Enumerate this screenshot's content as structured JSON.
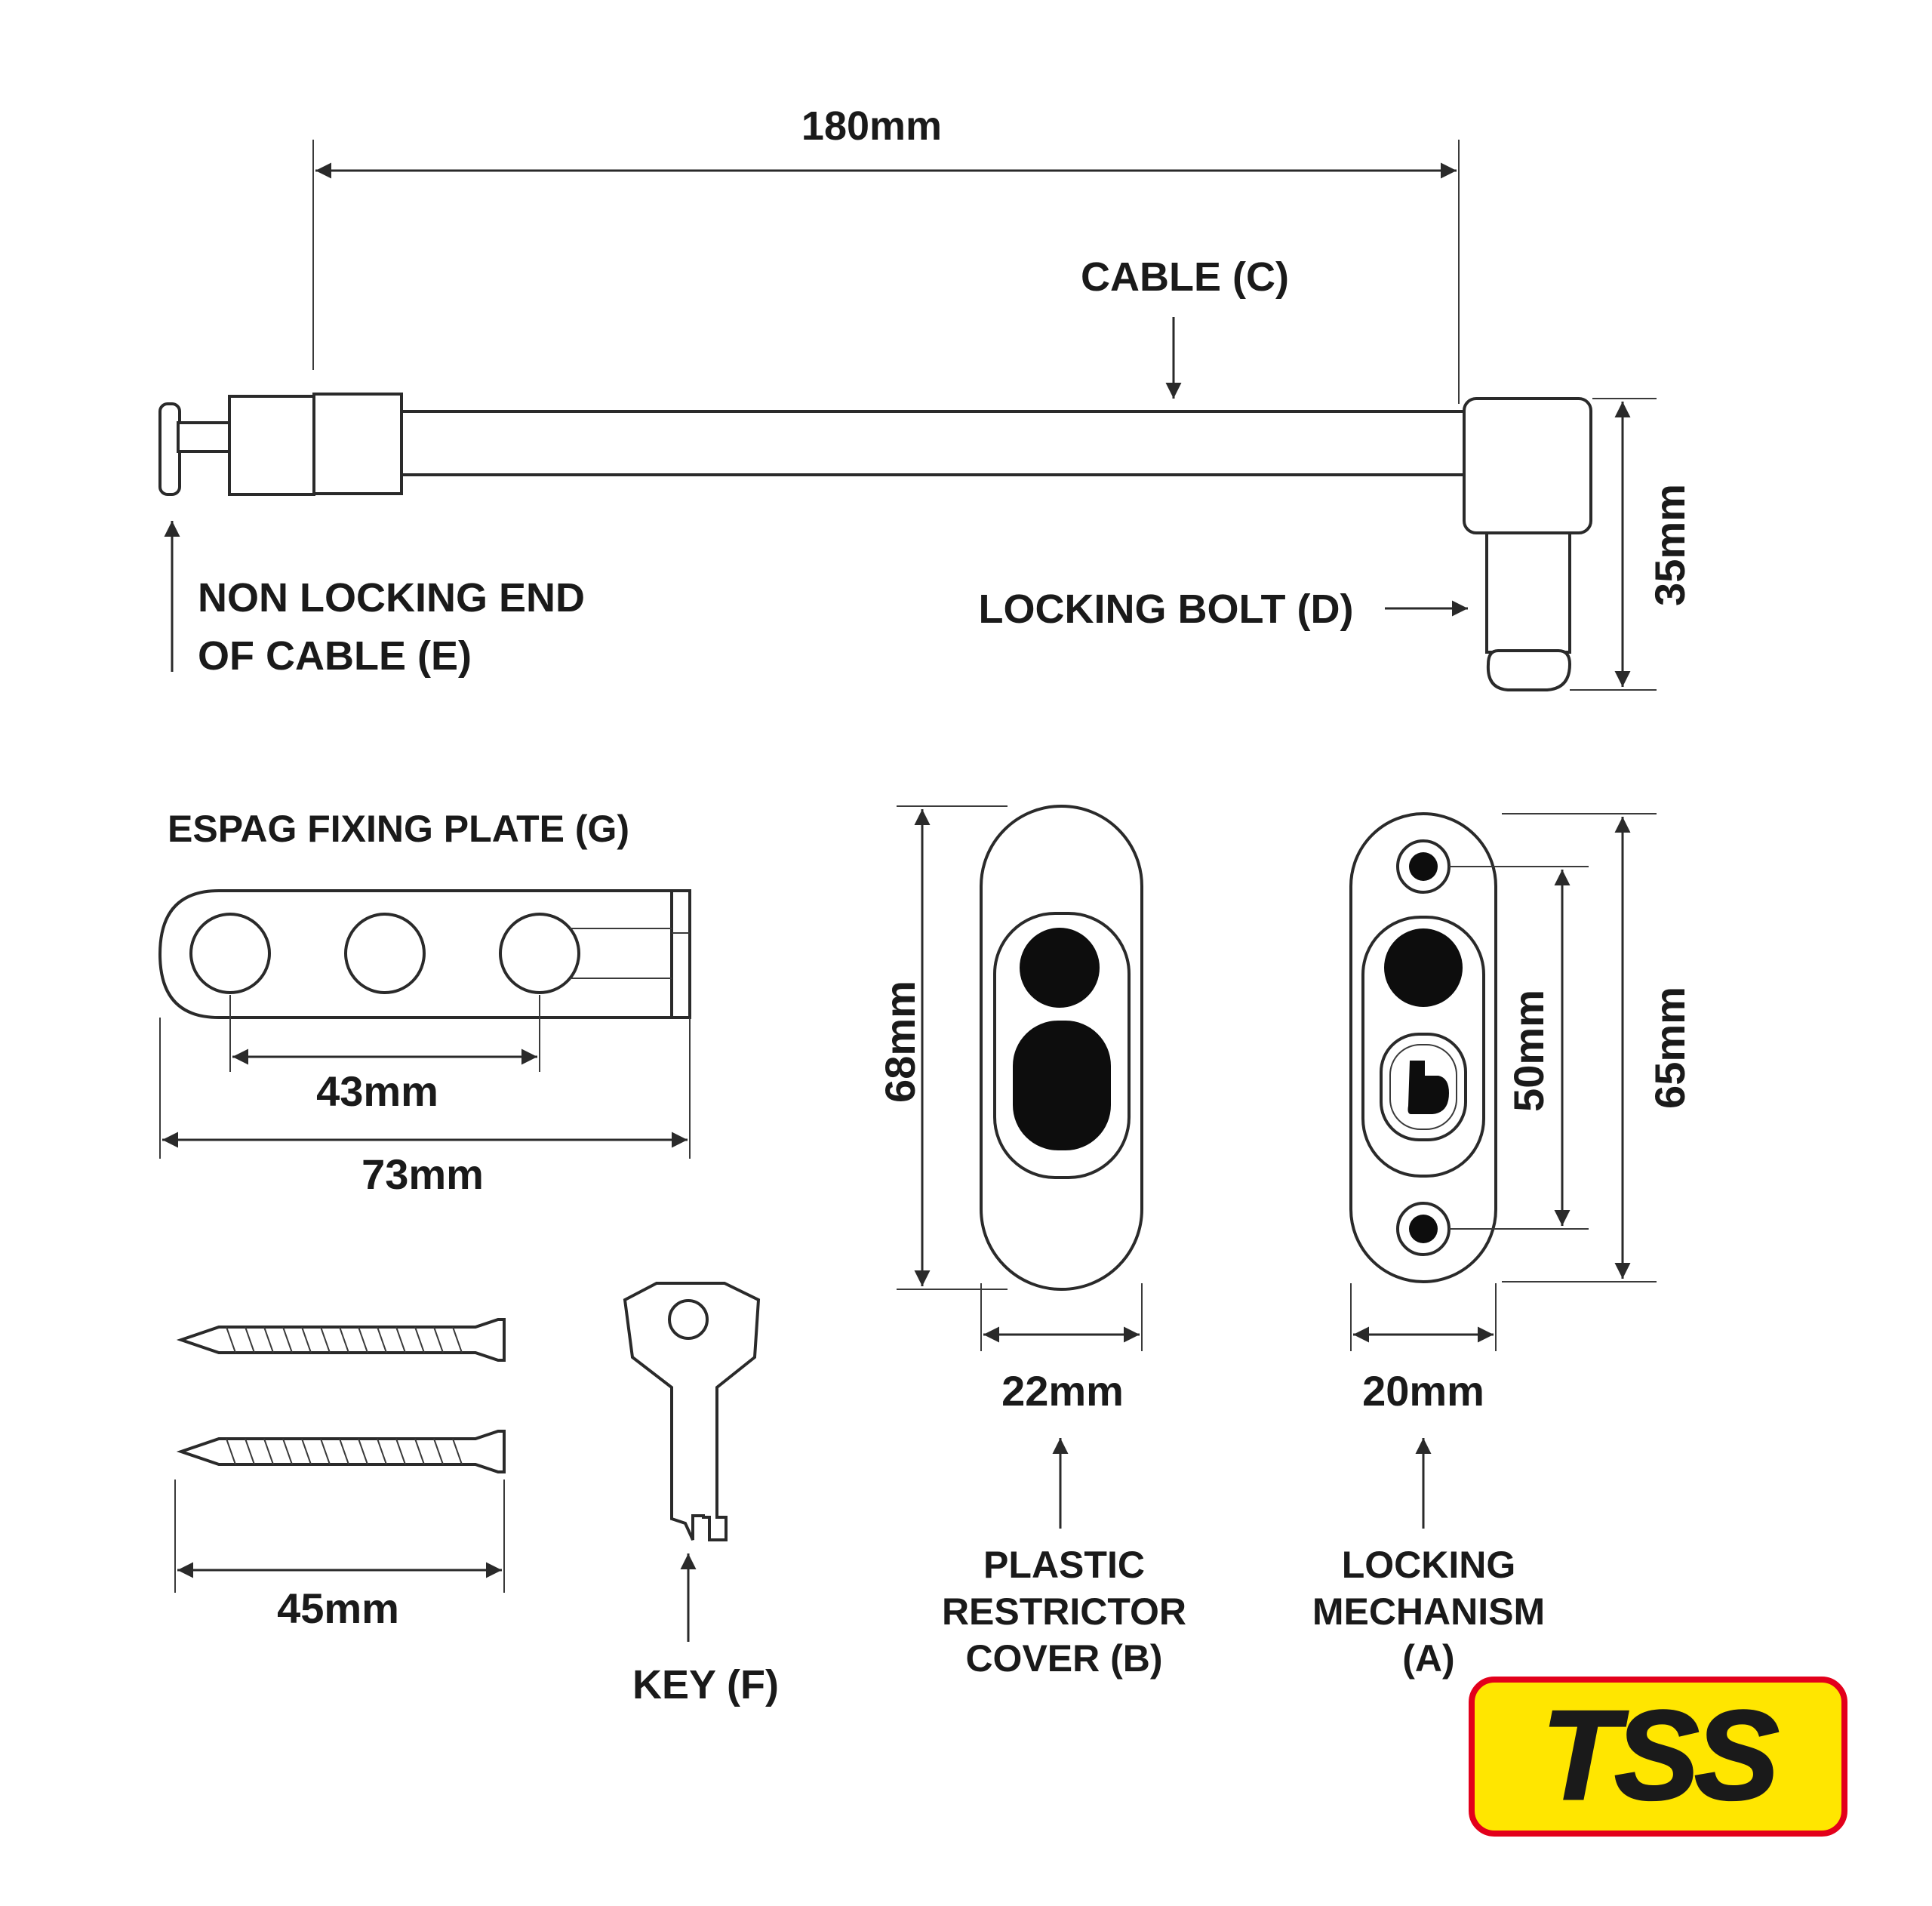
{
  "labels": {
    "cable_length": "180mm",
    "cable": "CABLE (C)",
    "non_locking_line1": "NON LOCKING END",
    "non_locking_line2": "OF CABLE (E)",
    "locking_bolt": "LOCKING BOLT (D)",
    "bolt_height": "35mm",
    "espag_plate": "ESPAG FIXING PLATE (G)",
    "hole_spacing": "43mm",
    "plate_length": "73mm",
    "screw_length": "45mm",
    "key": "KEY (F)",
    "cover_height": "68mm",
    "cover_width": "22mm",
    "cover_line1": "PLASTIC",
    "cover_line2": "RESTRICTOR",
    "cover_line3": "COVER (B)",
    "mech_inner_height": "50mm",
    "mech_height": "65mm",
    "mech_width": "20mm",
    "mech_line1": "LOCKING",
    "mech_line2": "MECHANISM",
    "mech_line3": "(A)"
  },
  "logo": {
    "text": "TSS",
    "background": "#ffe600",
    "text_color": "#e3001b",
    "border": "#e3001b"
  },
  "colors": {
    "line": "#2a2a2a",
    "fill_dark": "#0d0d0d"
  }
}
